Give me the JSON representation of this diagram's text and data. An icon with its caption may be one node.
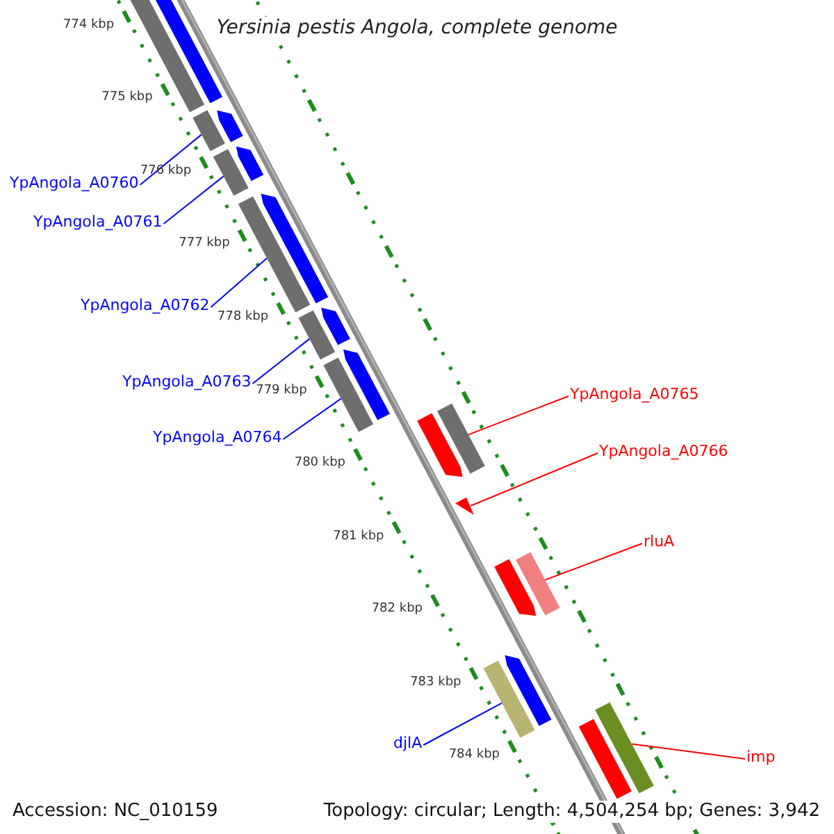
{
  "diagram": {
    "title": "Yersinia pestis Angola, complete genome",
    "nodes": [
      {
        "text": [
          "YpAngola_A0760"
        ]
      },
      {
        "text": [
          "YpAngola_A0761"
        ]
      },
      {
        "text": [
          "YpAngola_A0762"
        ]
      },
      {
        "text": [
          "YpAngola_A0763"
        ]
      },
      {
        "text": [
          "YpAngola_A0764"
        ]
      },
      {
        "text": [
          "YpAngola_A0765"
        ]
      },
      {
        "text": [
          "YpAngola_A0766"
        ]
      },
      {
        "text": [
          "rluA"
        ]
      },
      {
        "text": [
          "djlA"
        ]
      },
      {
        "text": [
          "imp"
        ]
      },
      {
        "text": [],
        "shape": "bar"
      },
      {
        "text": [],
        "shape": "arrow"
      },
      {
        "text": [],
        "shape": "arrow"
      },
      {
        "text": [],
        "shape": "bar"
      },
      {
        "text": [],
        "shape": "arrow"
      },
      {
        "text": [],
        "shape": "bar"
      },
      {
        "text": [],
        "shape": "arrow"
      },
      {
        "text": [],
        "shape": "bar"
      },
      {
        "text": [],
        "shape": "arrow"
      },
      {
        "text": [],
        "shape": "bar"
      },
      {
        "text": [],
        "shape": "arrow"
      },
      {
        "text": [],
        "shape": "bar"
      },
      {
        "text": [],
        "shape": "bar"
      },
      {
        "text": [],
        "shape": "arrow"
      },
      {
        "text": [],
        "shape": "triangle"
      },
      {
        "text": [],
        "shape": "bar"
      },
      {
        "text": [],
        "shape": "arrow"
      },
      {
        "text": [],
        "shape": "arrow"
      },
      {
        "text": [],
        "shape": "bar"
      },
      {
        "text": [],
        "shape": "bar"
      },
      {
        "text": [],
        "shape": "bar"
      }
    ],
    "edges": [
      {
        "from": 0,
        "to": 13,
        "arrow": "none"
      },
      {
        "from": 1,
        "to": 15,
        "arrow": "none"
      },
      {
        "from": 2,
        "to": 17,
        "arrow": "none"
      },
      {
        "from": 3,
        "to": 19,
        "arrow": "none"
      },
      {
        "from": 4,
        "to": 21,
        "arrow": "none"
      },
      {
        "from": 5,
        "to": 22,
        "arrow": "none",
        "color": "#ff0000"
      },
      {
        "from": 6,
        "to": 24,
        "arrow": "none",
        "color": "#ff0000"
      },
      {
        "from": 7,
        "to": 25,
        "arrow": "none",
        "color": "#ff0000"
      },
      {
        "from": 8,
        "to": 28,
        "arrow": "none"
      },
      {
        "from": 9,
        "to": 29,
        "arrow": "none",
        "color": "#ff0000"
      }
    ],
    "labels": [
      "774 kbp",
      "775 kbp",
      "776 kbp",
      "777 kbp",
      "778 kbp",
      "779 kbp",
      "780 kbp",
      "781 kbp",
      "782 kbp",
      "783 kbp",
      "784 kbp",
      "Accession: NC_010159",
      "Topology: circular; Length: 4,504,254 bp; Genes: 3,942"
    ]
  }
}
